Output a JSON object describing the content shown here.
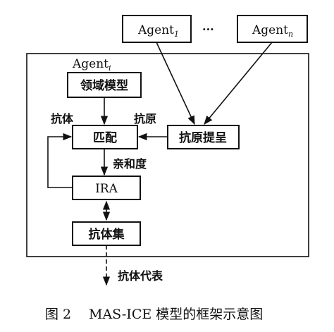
{
  "agents_top": {
    "agent1": {
      "base": "Agent",
      "sub": "1"
    },
    "ellipsis": "···",
    "agentn": {
      "base": "Agent",
      "sub": "n"
    }
  },
  "frame": {
    "agent_label": {
      "base": "Agent",
      "sub": "i"
    }
  },
  "boxes": {
    "domain_model": "领域模型",
    "match": "匹配",
    "antigen_present": "抗原提呈",
    "ira": "IRA",
    "antibody_set": "抗体集"
  },
  "edge_labels": {
    "antibody": "抗体",
    "antigen": "抗原",
    "affinity": "亲和度",
    "antibody_rep": "抗体代表"
  },
  "caption": {
    "fig": "图 2",
    "title": "MAS-ICE 模型的框架示意图"
  }
}
